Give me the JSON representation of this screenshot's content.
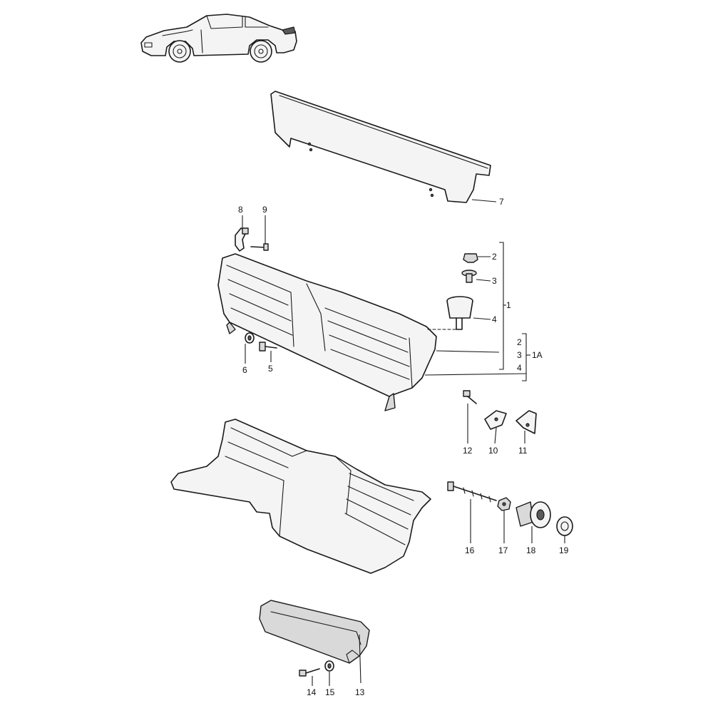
{
  "callouts": {
    "c1": "1",
    "c1a": "1A",
    "c2": "2",
    "c3": "3",
    "c4": "4",
    "c2b": "2",
    "c3b": "3",
    "c4b": "4",
    "c5": "5",
    "c6": "6",
    "c7": "7",
    "c8": "8",
    "c9": "9",
    "c10": "10",
    "c11": "11",
    "c12": "12",
    "c13": "13",
    "c14": "14",
    "c15": "15",
    "c16": "16",
    "c17": "17",
    "c18": "18",
    "c19": "19"
  },
  "colors": {
    "ink": "#1a1a1a",
    "background": "#ffffff"
  }
}
